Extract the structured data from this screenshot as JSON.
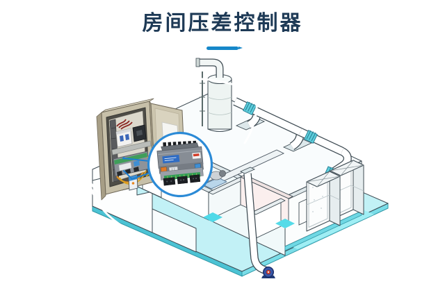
{
  "header": {
    "title": "房间压差控制器"
  },
  "theme": {
    "title-color": "#1e3a56",
    "accent-blue": "#1687c9",
    "outline": "#3d4a52",
    "floor-cyan": "#c2f1f6",
    "floor-edge": "#59ccdb",
    "coupling-teal": "#5ecfdd",
    "cabinet-beige": "#c7c0a9",
    "circle-border": "#2b8ad6",
    "leader-blue": "#1e7fd0",
    "fan-navy": "#2b4796",
    "wire-orange": "#e2921f",
    "pcb-green": "#3f9e5a",
    "label-blue": "#2f6cc4"
  },
  "illustration": {
    "type": "isometric-cleanroom-hvac-diagram",
    "elements": [
      "cleanroom-floor-slab",
      "stepped-cut-walls",
      "cleanroom-roof",
      "interior-partitions",
      "scrubber-tank",
      "roof-ductwork",
      "duct-couplings",
      "ahu-units",
      "exhaust-downpipe",
      "exhaust-fan",
      "electrical-cabinet",
      "cabinet-door",
      "circuit-breaker",
      "contactor",
      "din-rail-controller",
      "wall-sensor",
      "callout-leader-lines",
      "callout-circle",
      "pressure-controller-device",
      "decorative-arcs"
    ]
  }
}
